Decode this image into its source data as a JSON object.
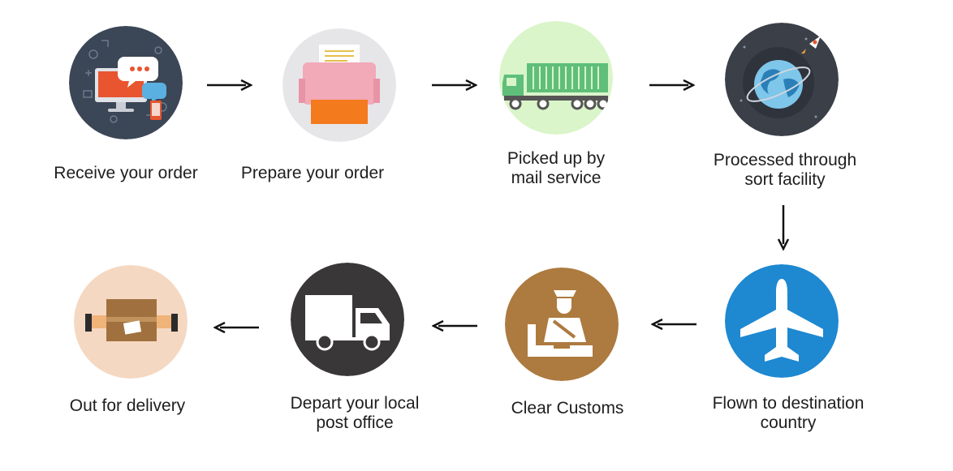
{
  "steps": [
    {
      "id": "receive",
      "label": "Receive your order",
      "icon": "computer-chat-icon",
      "bg": "#3b4656"
    },
    {
      "id": "prepare",
      "label": "Prepare your order",
      "icon": "printer-icon",
      "bg": "#e6e6e9"
    },
    {
      "id": "pickup",
      "label": "Picked up by\nmail service",
      "icon": "truck-trailer-icon",
      "bg": "#d9f5c9"
    },
    {
      "id": "sort",
      "label": "Processed through\nsort facility",
      "icon": "globe-rocket-icon",
      "bg": "#3a3f48"
    },
    {
      "id": "flown",
      "label": "Flown to destination\ncountry",
      "icon": "airplane-icon",
      "bg": "#1e88d1"
    },
    {
      "id": "customs",
      "label": "Clear Customs",
      "icon": "customs-officer-icon",
      "bg": "#ad7a3f"
    },
    {
      "id": "depart",
      "label": "Depart your local\npost office",
      "icon": "delivery-van-icon",
      "bg": "#393737"
    },
    {
      "id": "delivery",
      "label": "Out for delivery",
      "icon": "package-handover-icon",
      "bg": "#f5d8c2"
    }
  ],
  "colors": {
    "arrow": "#111111",
    "text": "#1e1e1e"
  }
}
